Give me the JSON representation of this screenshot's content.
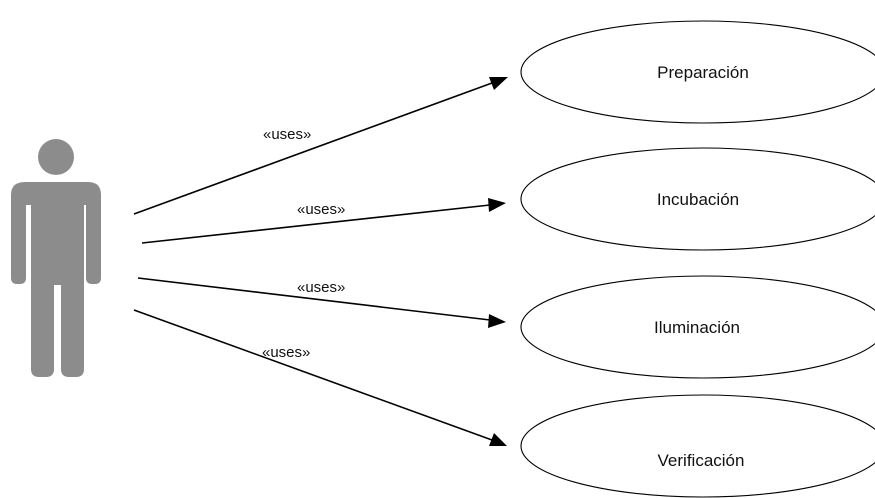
{
  "actor": {
    "icon": "person-icon",
    "color": "#8c8c8c"
  },
  "use_cases": [
    {
      "label": "Preparación"
    },
    {
      "label": "Incubación"
    },
    {
      "label": "Iluminación"
    },
    {
      "label": "Verificación"
    }
  ],
  "relations": [
    {
      "label": "«uses»"
    },
    {
      "label": "«uses»"
    },
    {
      "label": "«uses»"
    },
    {
      "label": "«uses»"
    }
  ],
  "colors": {
    "line": "#000000",
    "ellipse_fill": "#ffffff",
    "text": "#111111"
  }
}
